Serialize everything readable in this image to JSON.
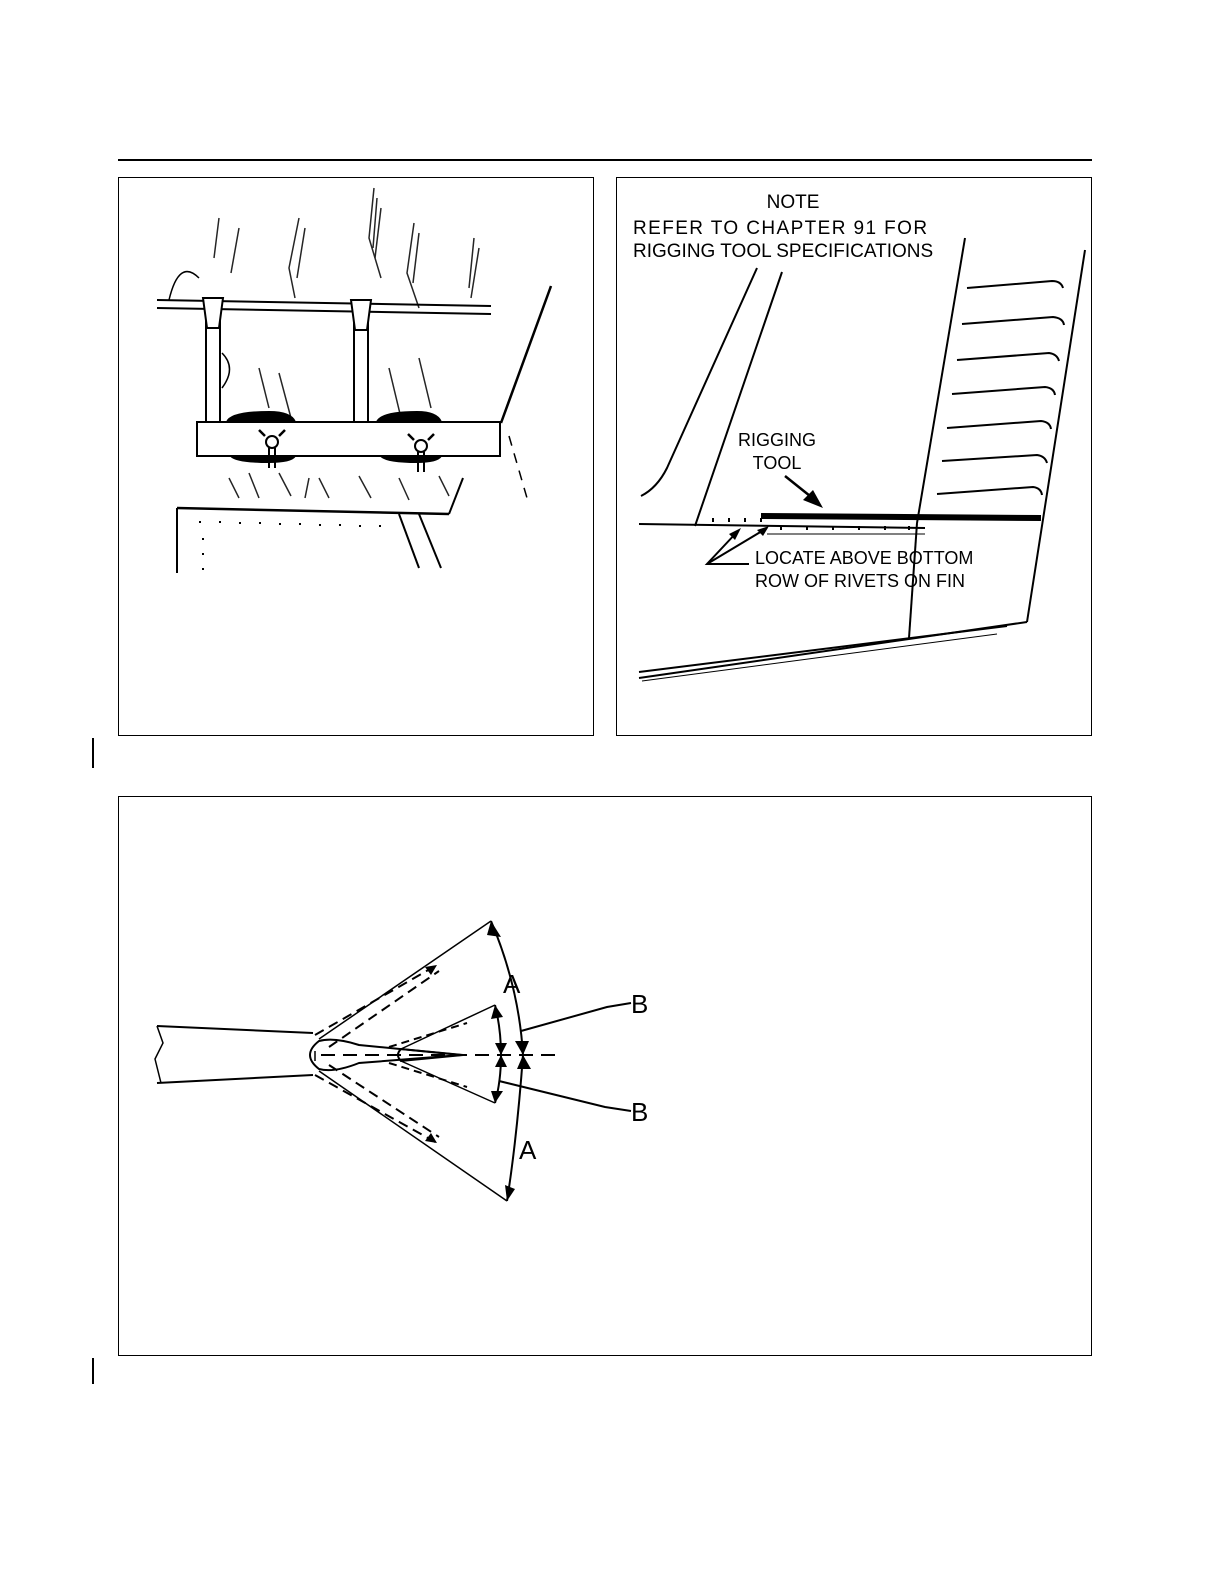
{
  "top_right": {
    "note_heading": "NOTE",
    "note_line1": "REFER TO CHAPTER 91 FOR",
    "note_line2": "RIGGING TOOL SPECIFICATIONS",
    "rigging_tool_line1": "RIGGING",
    "rigging_tool_line2": "TOOL",
    "locate_line1": "LOCATE ABOVE BOTTOM",
    "locate_line2": "ROW OF RIVETS ON FIN"
  },
  "bottom": {
    "label_a_upper": "A",
    "label_a_lower": "A",
    "label_b_upper": "B",
    "label_b_lower": "B"
  }
}
